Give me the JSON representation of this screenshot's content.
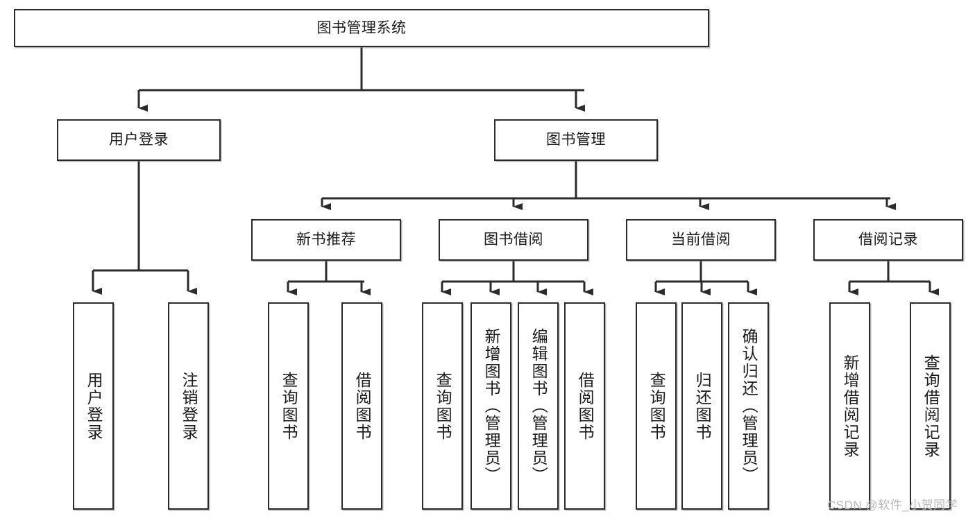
{
  "diagram": {
    "type": "hierarchy-tree",
    "title": "图书管理系统",
    "watermark": "CSDN @软件_小贺同学",
    "colors": {
      "stroke": "#2b2b2b",
      "fill": "#ffffff",
      "watermark": "#b9b9b9"
    },
    "root": {
      "label": "图书管理系统"
    },
    "level1": [
      {
        "label": "用户登录"
      },
      {
        "label": "图书管理"
      }
    ],
    "level2": [
      {
        "label": "新书推荐"
      },
      {
        "label": "图书借阅"
      },
      {
        "label": "当前借阅"
      },
      {
        "label": "借阅记录"
      }
    ],
    "leaves": {
      "user_login": [
        {
          "label": "用户登录"
        },
        {
          "label": "注销登录"
        }
      ],
      "new_book": [
        {
          "label": "查询图书"
        },
        {
          "label": "借阅图书"
        }
      ],
      "borrow_book": [
        {
          "label": "查询图书"
        },
        {
          "label": "新增图书（管理员）"
        },
        {
          "label": "编辑图书（管理员）"
        },
        {
          "label": "借阅图书"
        }
      ],
      "current_borrow": [
        {
          "label": "查询图书"
        },
        {
          "label": "归还图书"
        },
        {
          "label": "确认归还（管理员）"
        }
      ],
      "borrow_record": [
        {
          "label": "新增借阅记录"
        },
        {
          "label": "查询借阅记录"
        }
      ]
    }
  }
}
